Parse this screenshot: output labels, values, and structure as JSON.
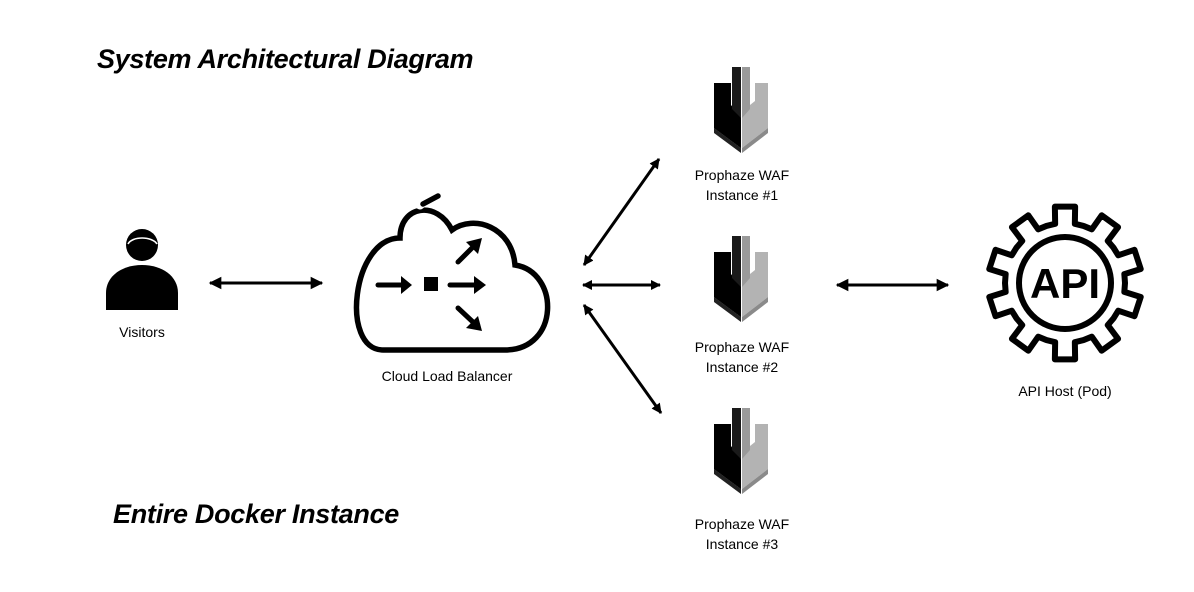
{
  "diagram": {
    "title": "System Architectural Diagram",
    "subtitle": "Entire Docker Instance",
    "nodes": {
      "visitors": {
        "label": "Visitors",
        "icon": "user-icon"
      },
      "load_balancer": {
        "label": "Cloud Load Balancer",
        "icon": "cloud-load-balancer-icon"
      },
      "waf1": {
        "line1": "Prophaze WAF",
        "line2": "Instance #1",
        "icon": "waf-arrow-icon"
      },
      "waf2": {
        "line1": "Prophaze WAF",
        "line2": "Instance #2",
        "icon": "waf-arrow-icon"
      },
      "waf3": {
        "line1": "Prophaze WAF",
        "line2": "Instance #3",
        "icon": "waf-arrow-icon"
      },
      "api_host": {
        "label": "API Host (Pod)",
        "icon_text": "API",
        "icon": "api-gear-icon"
      }
    },
    "edges": [
      {
        "from": "Visitors",
        "to": "Cloud Load Balancer",
        "bidirectional": true
      },
      {
        "from": "Cloud Load Balancer",
        "to": "Prophaze WAF Instance #1",
        "bidirectional": true
      },
      {
        "from": "Cloud Load Balancer",
        "to": "Prophaze WAF Instance #2",
        "bidirectional": true
      },
      {
        "from": "Cloud Load Balancer",
        "to": "Prophaze WAF Instance #3",
        "bidirectional": true
      },
      {
        "from": "Prophaze WAF Instance #2",
        "to": "API Host (Pod)",
        "bidirectional": true
      }
    ]
  }
}
